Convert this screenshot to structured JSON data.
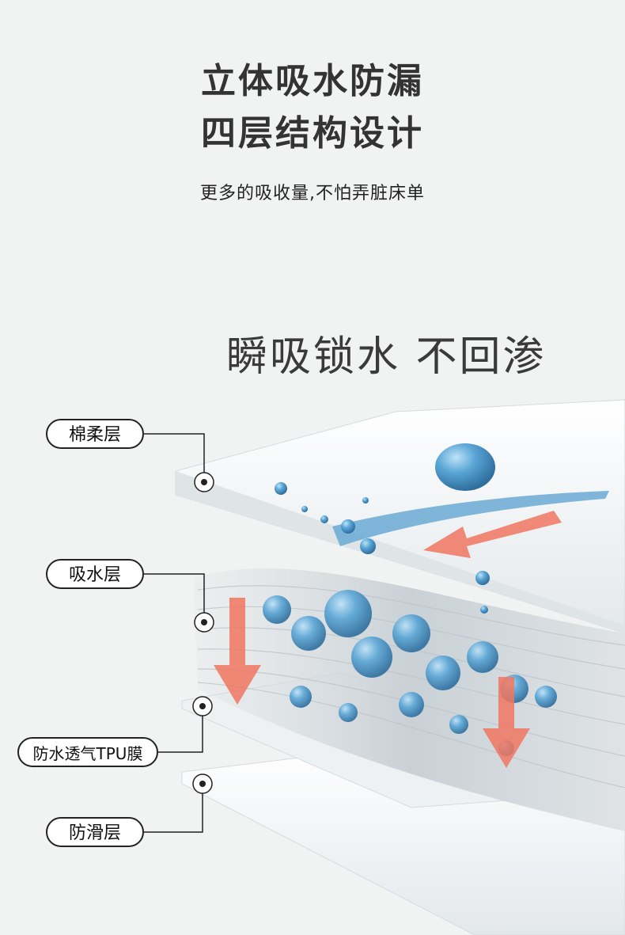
{
  "header": {
    "title_line1": "立体吸水防漏",
    "title_line2": "四层结构设计",
    "subtitle": "更多的吸收量,不怕弄脏床单"
  },
  "slogan": "瞬吸锁水 不回渗",
  "layers": [
    {
      "label": "棉柔层"
    },
    {
      "label": "吸水层"
    },
    {
      "label": "防水透气TPU膜"
    },
    {
      "label": "防滑层"
    }
  ],
  "colors": {
    "background": "#f1f2f2",
    "title": "#333333",
    "water_drop": "#4a8fc4",
    "arrow": "#f07560",
    "layer_sheet": "#f4f6f7"
  }
}
